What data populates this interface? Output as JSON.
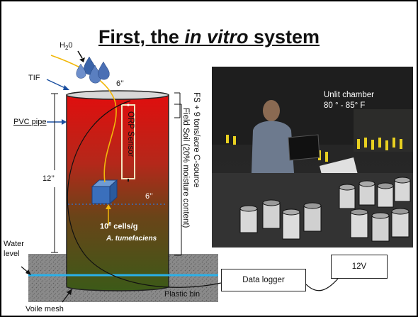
{
  "title": {
    "prefix": "First, the ",
    "italic": "in vitro",
    "suffix": " system"
  },
  "labels": {
    "h2o_main": "H",
    "h2o_sub": "2",
    "h2o_end": "0",
    "tif": "TIF",
    "diameter": "6’’",
    "pvc_pipe": "PVC pipe",
    "height": "12’’",
    "depth": "6’’",
    "orp_sensor": "ORP Sensor",
    "field_soil": "Field Soil (20% moisture content)",
    "fs_csource": "FS + 9 tons/acre C-source",
    "cells_base": "10",
    "cells_exp": "6",
    "cells_unit": " cells/g",
    "organism": "A. tumefaciens",
    "water_level": "Water\nlevel",
    "voile_mesh": "Voile mesh",
    "plastic_bin": "Plastic bin",
    "data_logger": "Data logger",
    "voltage": "12V"
  },
  "photo": {
    "caption_line1": "Unlit chamber",
    "caption_line2": "80 ° - 85° F"
  },
  "colors": {
    "soil_top": "#e00e0e",
    "soil_bottom": "#3c5a18",
    "water_line": "#2ab0e8",
    "inoculum": "#3a6fbc",
    "tube_line": "#f2b80a",
    "dashed": "#3a6fbc"
  }
}
